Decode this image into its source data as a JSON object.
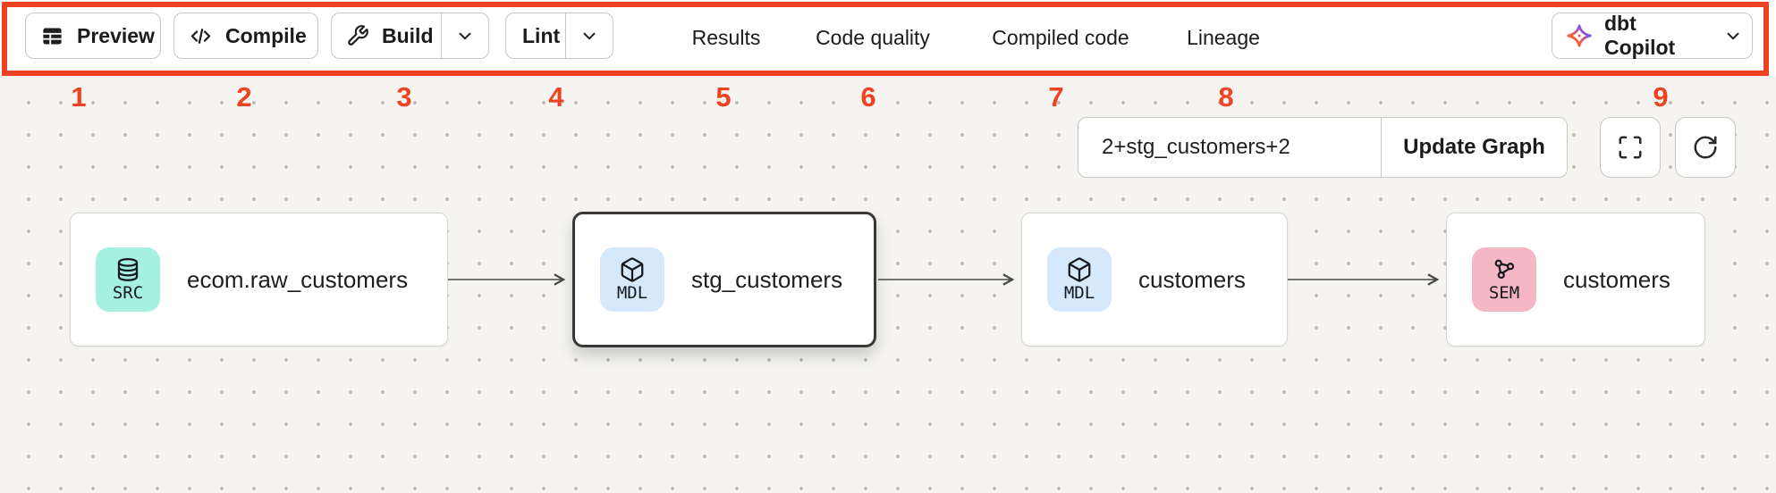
{
  "colors": {
    "annotation_red": "#ee4323",
    "src_badge": "#a5f1df",
    "mdl_badge": "#d6e8fb",
    "sem_badge": "#f5b7c6",
    "copilot_orange": "#ff5c35",
    "copilot_purple": "#7a56f8"
  },
  "toolbar": {
    "preview_label": "Preview",
    "compile_label": "Compile",
    "build_label": "Build",
    "lint_label": "Lint",
    "copilot_label": "dbt Copilot"
  },
  "tabs": [
    {
      "label": "Results",
      "active": false
    },
    {
      "label": "Code quality",
      "active": false
    },
    {
      "label": "Compiled code",
      "active": false
    },
    {
      "label": "Lineage",
      "active": true
    }
  ],
  "annotation_numbers": [
    "1",
    "2",
    "3",
    "4",
    "5",
    "6",
    "7",
    "8",
    "9"
  ],
  "graph_controls": {
    "selector_value": "2+stg_customers+2",
    "update_button_label": "Update Graph"
  },
  "lineage_graph": {
    "nodes": [
      {
        "badge": "SRC",
        "label": "ecom.raw_customers",
        "type": "source",
        "selected": false
      },
      {
        "badge": "MDL",
        "label": "stg_customers",
        "type": "model",
        "selected": true
      },
      {
        "badge": "MDL",
        "label": "customers",
        "type": "model",
        "selected": false
      },
      {
        "badge": "SEM",
        "label": "customers",
        "type": "semantic_model",
        "selected": false
      }
    ]
  }
}
